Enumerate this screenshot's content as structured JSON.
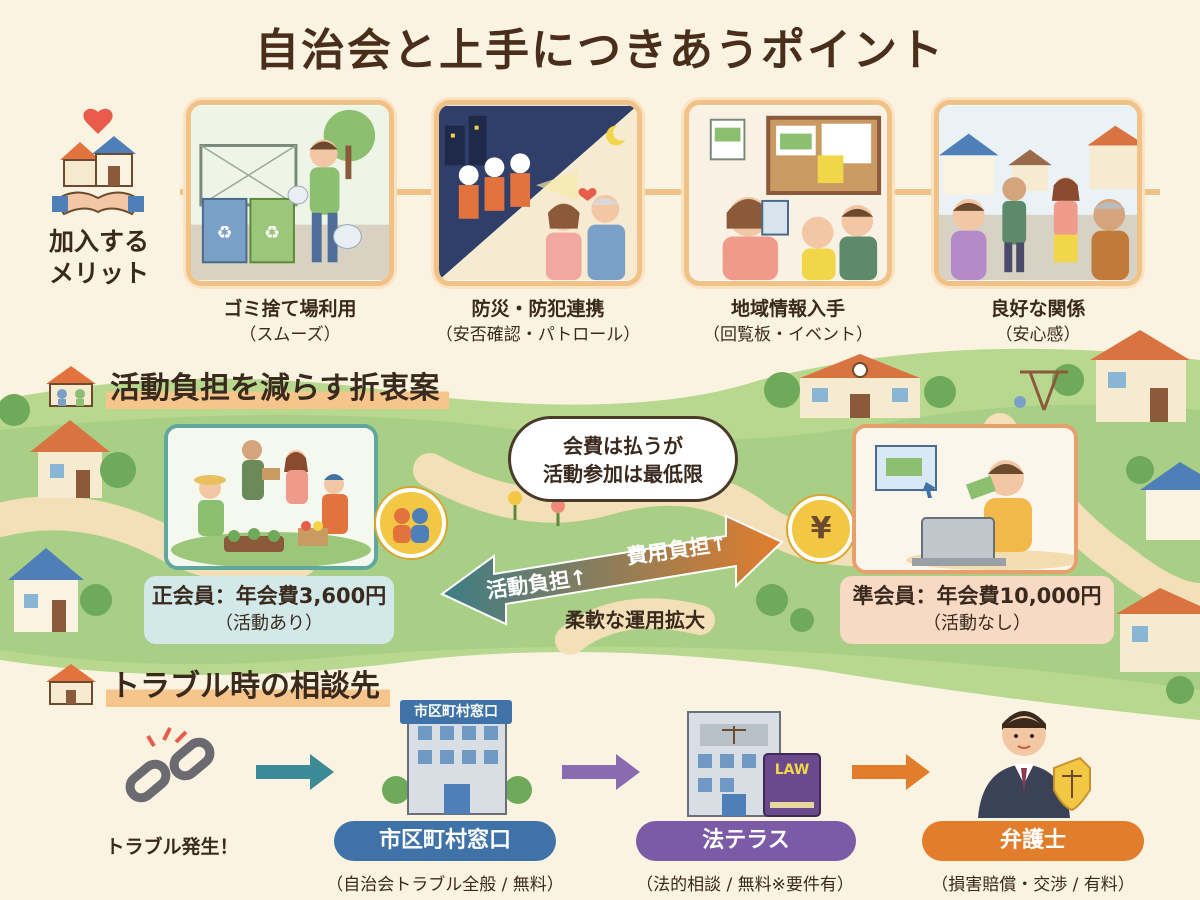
{
  "title": "自治会と上手につきあうポイント",
  "merit": {
    "label_line1": "加入する",
    "label_line2": "メリット",
    "items": [
      {
        "title": "ゴミ捨て場利用",
        "sub": "（スムーズ）"
      },
      {
        "title": "防災・防犯連携",
        "sub": "（安否確認・パトロール）"
      },
      {
        "title": "地域情報入手",
        "sub": "（回覧板・イベント）"
      },
      {
        "title": "良好な関係",
        "sub": "（安心感）"
      }
    ]
  },
  "plan": {
    "heading": "活動負担を減らす折衷案",
    "bubble_line1": "会費は払うが",
    "bubble_line2": "活動参加は最低限",
    "full_member": {
      "title": "正会員：年会費3,600円",
      "sub": "（活動あり）"
    },
    "associate_member": {
      "title": "準会員：年会費10,000円",
      "sub": "（活動なし）"
    },
    "arrow_left_label": "活動負担↑",
    "arrow_right_label": "費用負担↑",
    "flex_label": "柔軟な運用拡大",
    "yen_symbol": "¥"
  },
  "consult": {
    "heading": "トラブル時の相談先",
    "trouble_label": "トラブル発生！",
    "city_sign": "市区町村窓口",
    "law_book": "LAW",
    "steps": [
      {
        "pill": "市区町村窓口",
        "sub": "（自治会トラブル全般 / 無料）",
        "color": "#3f73a8"
      },
      {
        "pill": "法テラス",
        "sub": "（法的相談 / 無料※要件有）",
        "color": "#7b5aa6"
      },
      {
        "pill": "弁護士",
        "sub": "（損害賠償・交渉 / 有料）",
        "color": "#e27d2c"
      }
    ]
  },
  "colors": {
    "accent_orange": "#f1c287",
    "teal": "#5ea89d",
    "grass": "#a9cf86",
    "path": "#f3dfb8"
  }
}
